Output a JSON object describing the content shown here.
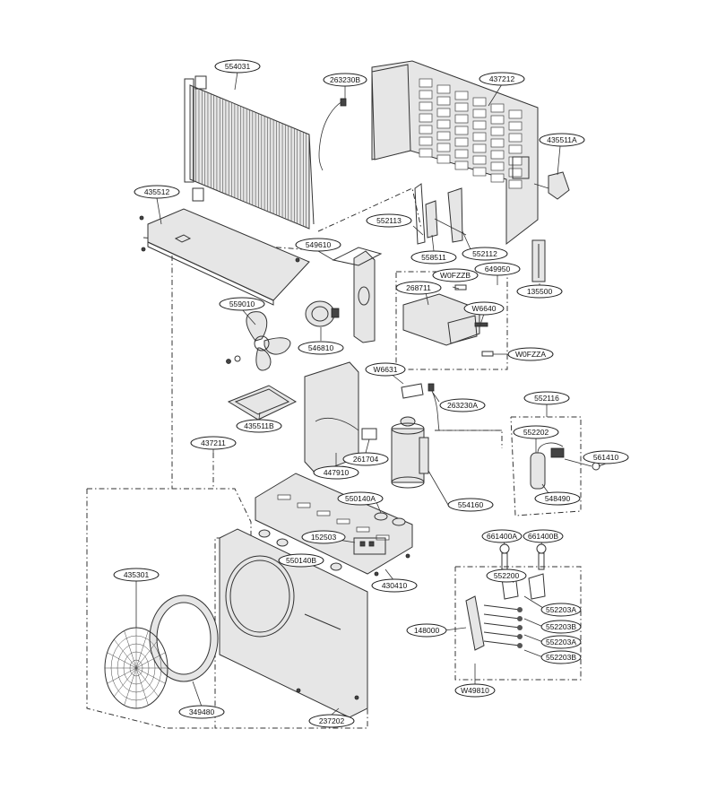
{
  "labels": [
    {
      "id": "554031",
      "text": "554031"
    },
    {
      "id": "263230B",
      "text": "263230B"
    },
    {
      "id": "437212",
      "text": "437212"
    },
    {
      "id": "435511A",
      "text": "435511A"
    },
    {
      "id": "435512",
      "text": "435512"
    },
    {
      "id": "552113",
      "text": "552113"
    },
    {
      "id": "552112",
      "text": "552112"
    },
    {
      "id": "549610",
      "text": "549610"
    },
    {
      "id": "558511",
      "text": "558511"
    },
    {
      "id": "W0FZZB",
      "text": "W0FZZB"
    },
    {
      "id": "649950",
      "text": "649950"
    },
    {
      "id": "135500",
      "text": "135500"
    },
    {
      "id": "268711",
      "text": "268711"
    },
    {
      "id": "559010",
      "text": "559010"
    },
    {
      "id": "W6640",
      "text": "W6640"
    },
    {
      "id": "546810",
      "text": "546810"
    },
    {
      "id": "W0FZZA",
      "text": "W0FZZA"
    },
    {
      "id": "W6631",
      "text": "W6631"
    },
    {
      "id": "263230A",
      "text": "263230A"
    },
    {
      "id": "552116",
      "text": "552116"
    },
    {
      "id": "435511B",
      "text": "435511B"
    },
    {
      "id": "437211",
      "text": "437211"
    },
    {
      "id": "552202",
      "text": "552202"
    },
    {
      "id": "261704",
      "text": "261704"
    },
    {
      "id": "561410",
      "text": "561410"
    },
    {
      "id": "447910",
      "text": "447910"
    },
    {
      "id": "548490",
      "text": "548490"
    },
    {
      "id": "550140A",
      "text": "550140A"
    },
    {
      "id": "554160",
      "text": "554160"
    },
    {
      "id": "152503",
      "text": "152503"
    },
    {
      "id": "661400A",
      "text": "661400A"
    },
    {
      "id": "661400B",
      "text": "661400B"
    },
    {
      "id": "550140B",
      "text": "550140B"
    },
    {
      "id": "435301",
      "text": "435301"
    },
    {
      "id": "552200",
      "text": "552200"
    },
    {
      "id": "430410",
      "text": "430410"
    },
    {
      "id": "552203A_1",
      "text": "552203A"
    },
    {
      "id": "148000",
      "text": "148000"
    },
    {
      "id": "552203B_1",
      "text": "552203B"
    },
    {
      "id": "552203A_2",
      "text": "552203A"
    },
    {
      "id": "552203B_2",
      "text": "552203B"
    },
    {
      "id": "349480",
      "text": "349480"
    },
    {
      "id": "W49810",
      "text": "W49810"
    },
    {
      "id": "237202",
      "text": "237202"
    }
  ]
}
